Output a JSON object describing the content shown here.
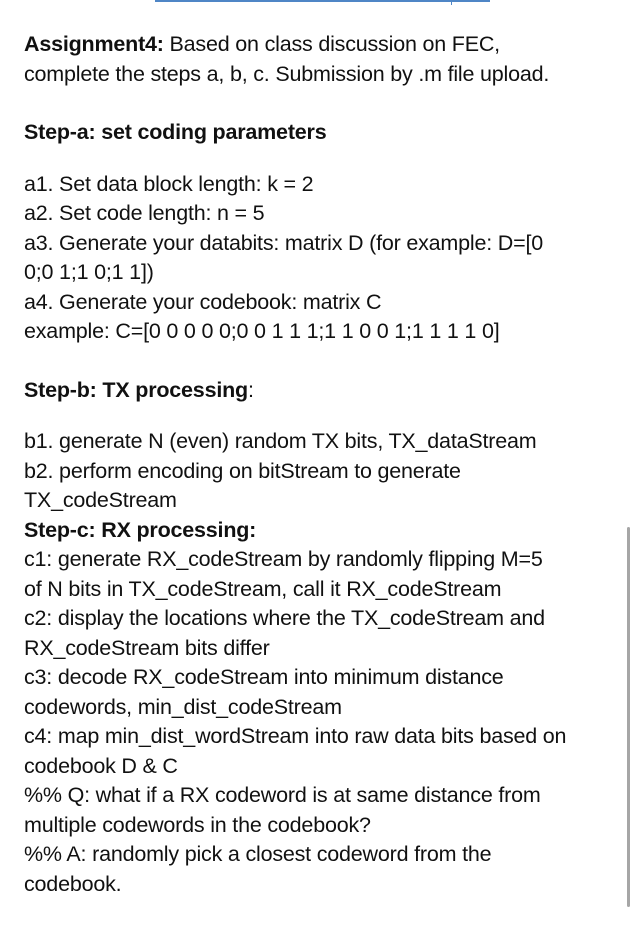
{
  "assignment": {
    "title": "Assignment4:",
    "intro_rest": " Based on class discussion on FEC,",
    "intro_line2": "complete the steps a, b, c. Submission by .m file upload."
  },
  "step_a": {
    "heading": "Step-a: set coding parameters",
    "lines": [
      "a1. Set data block length: k = 2",
      "a2. Set code length: n = 5",
      "a3. Generate your databits: matrix D (for example: D=[0",
      "0;0 1;1 0;1 1])",
      "a4. Generate your codebook: matrix C",
      "example: C=[0 0 0 0 0;0 0 1 1 1;1 1 0 0 1;1 1 1 1 0]"
    ]
  },
  "step_b": {
    "heading": "Step-b: TX processing",
    "heading_suffix": ":",
    "lines": [
      "b1. generate N (even) random TX bits, TX_dataStream",
      "b2. perform encoding on bitStream to generate",
      "TX_codeStream"
    ]
  },
  "step_c": {
    "heading": "Step-c: RX processing:",
    "lines": [
      "c1: generate RX_codeStream by randomly flipping M=5",
      "of N bits in TX_codeStream, call it RX_codeStream",
      "c2: display the locations where the TX_codeStream and",
      "RX_codeStream bits differ",
      "c3: decode RX_codeStream into minimum distance",
      "codewords, min_dist_codeStream",
      "c4: map min_dist_wordStream into raw data bits based on",
      "codebook D & C",
      "%% Q: what if a RX codeword is at same distance from",
      "multiple codewords in the codebook?",
      "%% A: randomly pick a closest codeword from the",
      "codebook."
    ]
  }
}
